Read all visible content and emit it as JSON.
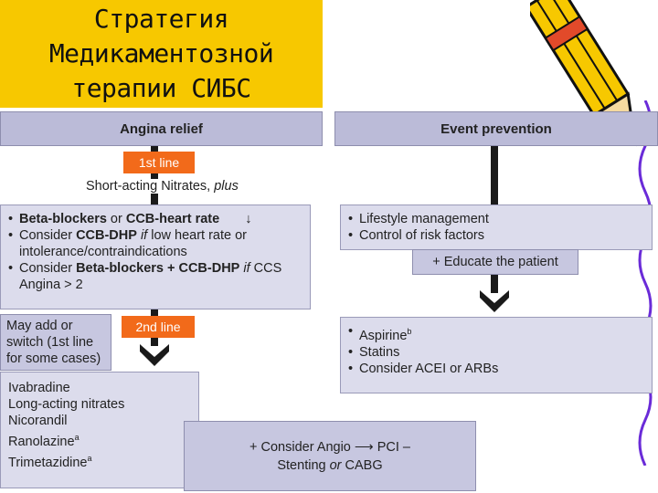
{
  "title": {
    "line1": "Стратегия",
    "line2": "Медикаментозной",
    "line3": "терапии СИБС"
  },
  "angina": {
    "header": "Angina relief",
    "first_line_tag": "1st line",
    "short_acting_prefix": "Short-acting Nitrates, ",
    "short_acting_plus": "plus",
    "first_line_box": {
      "b1_bold1": "Beta-blockers",
      "b1_or": " or ",
      "b1_bold2": "CCB-heart rate",
      "b1_arrow": "↓",
      "b2_pre": "Consider ",
      "b2_bold": "CCB-DHP",
      "b2_if": " if",
      "b2_post": " low heart rate or intolerance/contraindications",
      "b3_pre": "Consider ",
      "b3_bold": "Beta-blockers + CCB-DHP",
      "b3_if": " if",
      "b3_post": " CCS Angina > 2"
    },
    "may_add": {
      "l1": "May add or",
      "l2": "switch (1st line",
      "l3": "for some cases)"
    },
    "second_line_tag": "2nd line",
    "second_line_drugs": [
      "Ivabradine",
      "Long-acting nitrates",
      "Nicorandil",
      "Ranolazine",
      "Trimetazidine"
    ],
    "footnote_marker": "a"
  },
  "event": {
    "header": "Event prevention",
    "lifestyle": [
      "Lifestyle management",
      "Control of risk factors"
    ],
    "educate": "+ Educate the patient",
    "drugs_aspirin": "Aspirine",
    "drugs_aspirin_note": "b",
    "drugs": [
      "Statins",
      "Consider ACEI or ARBs"
    ]
  },
  "angio": {
    "l1_pre": "+ Consider Angio",
    "l1_post": "PCI –",
    "l2_pre": "Stenting ",
    "l2_or": "or",
    "l2_post": " CABG"
  }
}
